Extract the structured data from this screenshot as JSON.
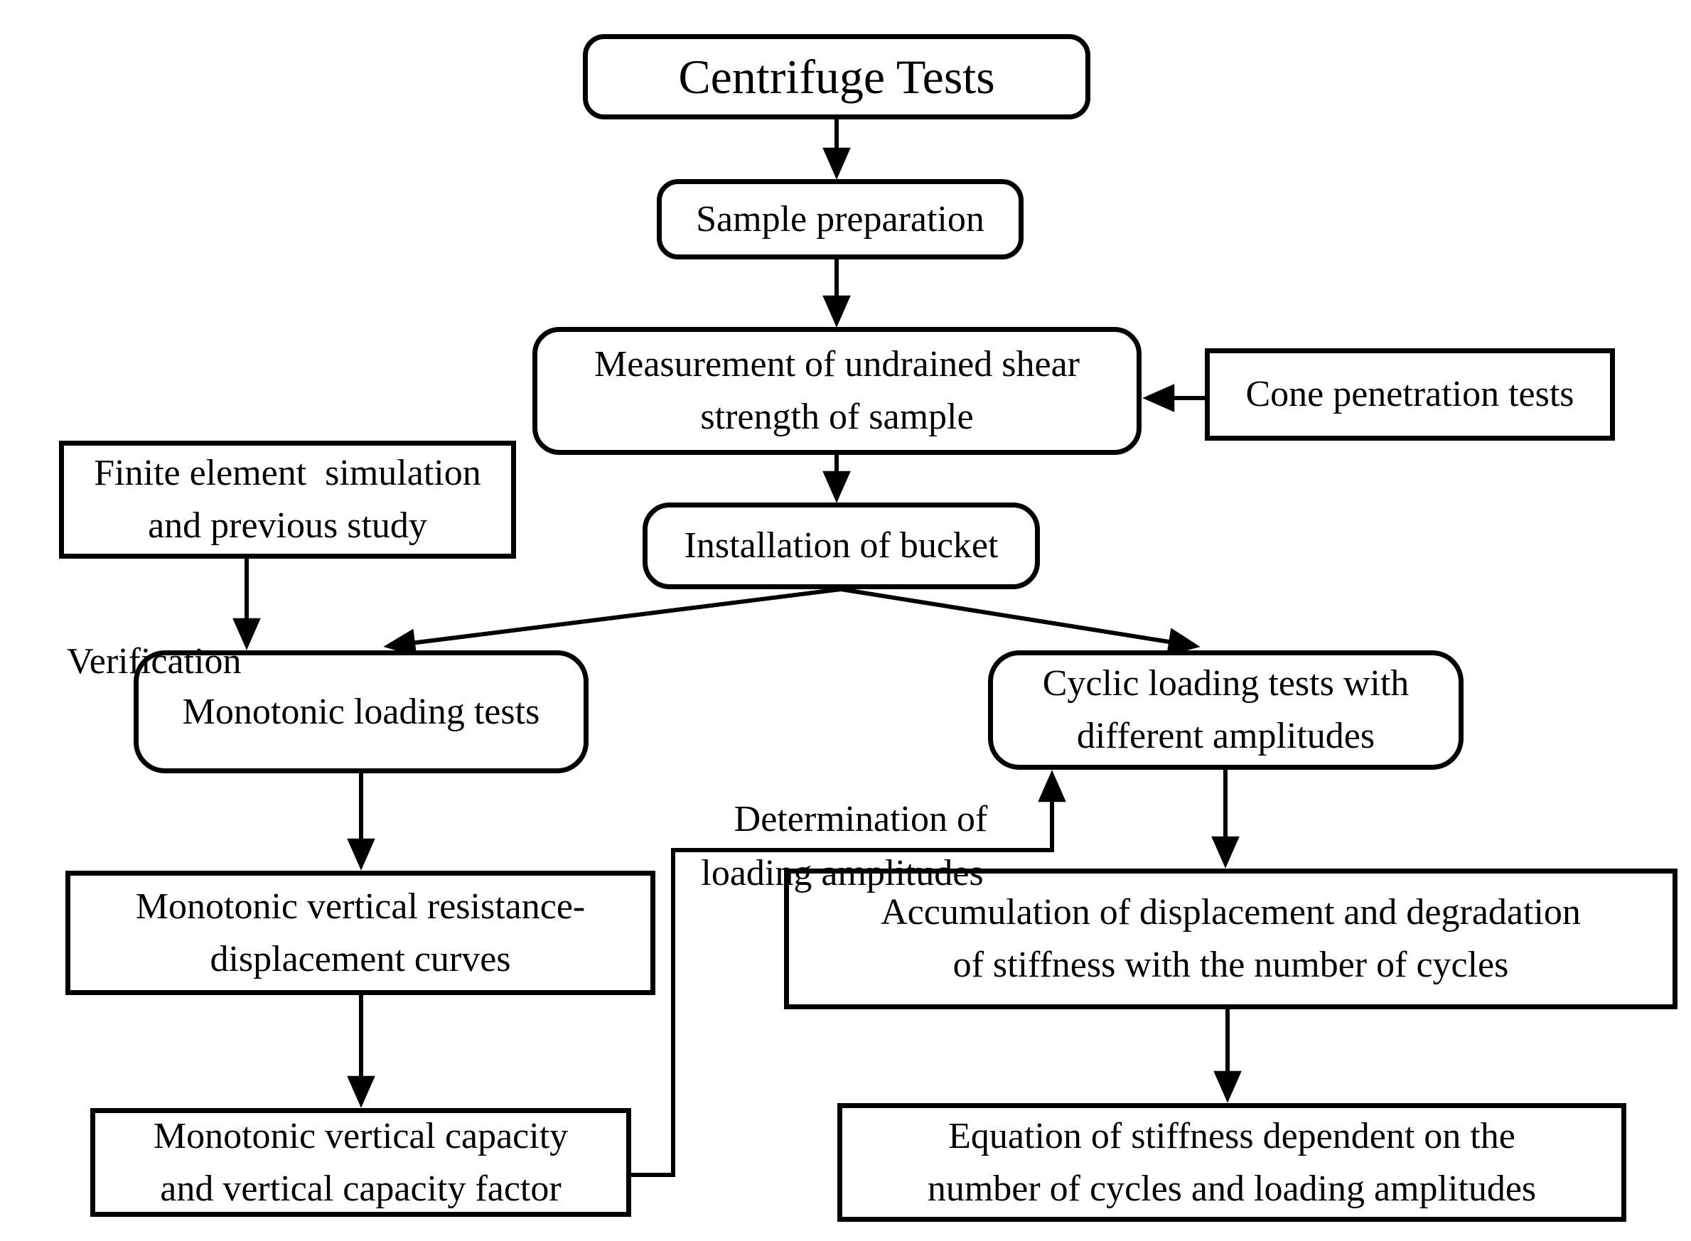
{
  "diagram": {
    "title": "Centrifuge Tests",
    "colors": {
      "line": "#000000",
      "background": "#ffffff"
    },
    "nodes": {
      "centrifuge": {
        "label": "Centrifuge Tests",
        "shape": "rounded"
      },
      "sample": {
        "label": "Sample preparation",
        "shape": "rounded"
      },
      "measurement": {
        "label": "Measurement of undrained shear\nstrength of sample",
        "shape": "rounded"
      },
      "cone": {
        "label": "Cone penetration tests",
        "shape": "rect"
      },
      "installation": {
        "label": "Installation of bucket",
        "shape": "rounded"
      },
      "finite": {
        "label": "Finite element  simulation\nand previous study",
        "shape": "rect"
      },
      "monotonic": {
        "label": "Monotonic loading tests",
        "shape": "rounded"
      },
      "cyclic": {
        "label": "Cyclic loading tests with\ndifferent amplitudes",
        "shape": "rounded"
      },
      "mono_curves": {
        "label": "Monotonic vertical resistance-\ndisplacement curves",
        "shape": "rect"
      },
      "accumulation": {
        "label": "Accumulation of displacement and degradation\nof stiffness with the number of cycles",
        "shape": "rect"
      },
      "mono_capacity": {
        "label": "Monotonic vertical capacity\nand vertical capacity factor",
        "shape": "rect"
      },
      "equation": {
        "label": "Equation of stiffness dependent on the\nnumber of cycles and loading amplitudes",
        "shape": "rect"
      }
    },
    "edge_labels": {
      "verification": "Verification",
      "determination": "Determination of\nloading amplitudes"
    },
    "edges": [
      {
        "from": "centrifuge",
        "to": "sample"
      },
      {
        "from": "sample",
        "to": "measurement"
      },
      {
        "from": "cone",
        "to": "measurement"
      },
      {
        "from": "measurement",
        "to": "installation"
      },
      {
        "from": "finite",
        "to": "monotonic",
        "label": "Verification"
      },
      {
        "from": "installation",
        "to": "monotonic"
      },
      {
        "from": "installation",
        "to": "cyclic"
      },
      {
        "from": "monotonic",
        "to": "mono_curves"
      },
      {
        "from": "mono_curves",
        "to": "mono_capacity"
      },
      {
        "from": "cyclic",
        "to": "accumulation"
      },
      {
        "from": "accumulation",
        "to": "equation"
      },
      {
        "from": "mono_capacity",
        "to": "cyclic",
        "label": "Determination of loading amplitudes"
      }
    ]
  }
}
